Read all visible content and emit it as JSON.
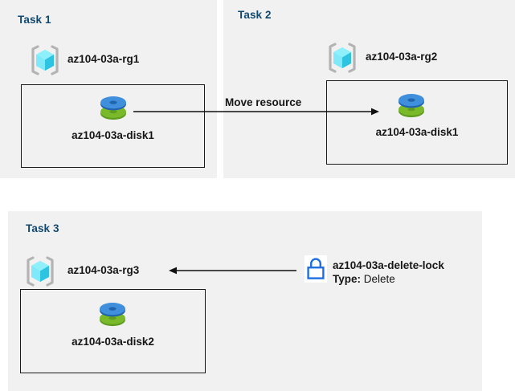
{
  "diagram": {
    "title": "Azure resource group tasks diagram",
    "background": "#ffffff",
    "panel_bg": "#f1f1f1",
    "heading_color": "#11486f",
    "text_color": "#161616",
    "lock_color": "#1f6fe0"
  },
  "panels": [
    {
      "id": "task1",
      "title": "Task 1",
      "resource_group": {
        "name": "az104-03a-rg1",
        "icon": "resource-group-icon"
      },
      "resource": {
        "name": "az104-03a-disk1",
        "icon": "managed-disk-icon"
      }
    },
    {
      "id": "task2",
      "title": "Task 2",
      "resource_group": {
        "name": "az104-03a-rg2",
        "icon": "resource-group-icon"
      },
      "resource": {
        "name": "az104-03a-disk1",
        "icon": "managed-disk-icon"
      }
    },
    {
      "id": "task3",
      "title": "Task 3",
      "resource_group": {
        "name": "az104-03a-rg3",
        "icon": "resource-group-icon"
      },
      "resource": {
        "name": "az104-03a-disk2",
        "icon": "managed-disk-icon"
      }
    }
  ],
  "arrows": {
    "move": {
      "label": "Move resource",
      "direction": "right",
      "from": "task1-disk",
      "to": "task2-disk"
    },
    "lock": {
      "label": "",
      "direction": "left",
      "from": "delete-lock",
      "to": "task3-resource-group"
    }
  },
  "lock": {
    "icon": "lock-icon",
    "name": "az104-03a-delete-lock",
    "type_key": "Type:",
    "type_value": "Delete"
  }
}
